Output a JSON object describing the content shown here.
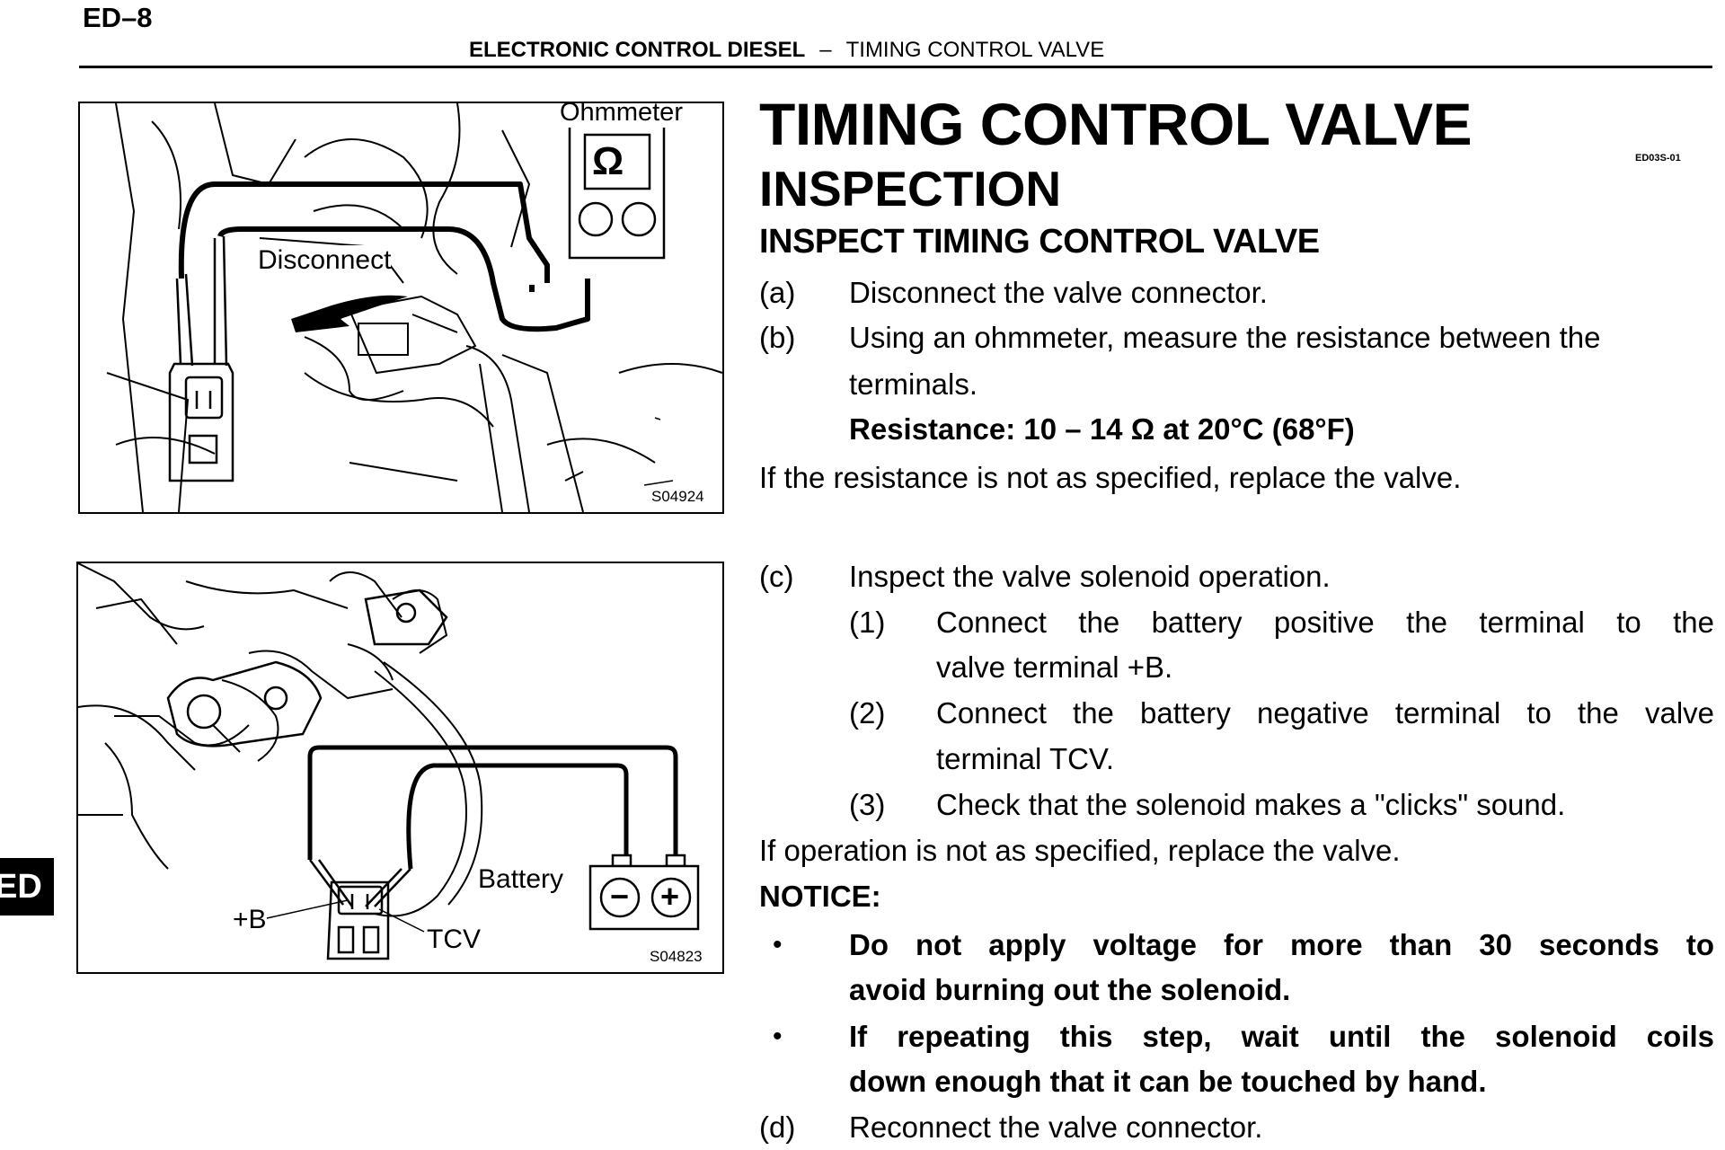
{
  "header": {
    "page_number": "ED–8",
    "section": "ELECTRONIC CONTROL DIESEL",
    "separator": "–",
    "subsection": "TIMING CONTROL VALVE",
    "ref_code": "ED03S-01",
    "side_tab": "ED"
  },
  "figures": [
    {
      "labels": {
        "ohmmeter": "Ohmmeter",
        "omega": "Ω",
        "disconnect": "Disconnect"
      },
      "code": "S04924"
    },
    {
      "labels": {
        "battery": "Battery",
        "plus_b": "+B",
        "tcv": "TCV",
        "minus": "−",
        "plus": "+"
      },
      "code": "S04823"
    }
  ],
  "title": "TIMING CONTROL VALVE",
  "subtitle": "INSPECTION",
  "section_heading": "INSPECT TIMING CONTROL VALVE",
  "steps": {
    "a": {
      "marker": "(a)",
      "text": "Disconnect the valve connector."
    },
    "b": {
      "marker": "(b)",
      "line1": "Using an ohmmeter, measure the resistance between the",
      "line2": "terminals.",
      "spec": "Resistance: 10 – 14 Ω at 20°C (68°F)",
      "after": "If the resistance is not as specified, replace the valve."
    },
    "c": {
      "marker": "(c)",
      "text": "Inspect the valve solenoid operation.",
      "sub": [
        {
          "marker": "(1)",
          "line1": "Connect the battery positive the terminal to the",
          "line2": "valve terminal +B."
        },
        {
          "marker": "(2)",
          "line1": "Connect the battery negative terminal to the valve",
          "line2": "terminal TCV."
        },
        {
          "marker": "(3)",
          "line1": "Check that the solenoid makes a \"clicks\" sound."
        }
      ],
      "after": "If operation is not as specified, replace the valve."
    },
    "notice": {
      "heading": "NOTICE:",
      "bullets": [
        {
          "line1": "Do not apply voltage for more than 30 seconds to",
          "line2": "avoid burning out the solenoid."
        },
        {
          "line1": "If repeating this step, wait until the solenoid coils",
          "line2": "down enough that it can be touched by hand."
        }
      ]
    },
    "d": {
      "marker": "(d)",
      "text": "Reconnect the valve connector."
    }
  }
}
